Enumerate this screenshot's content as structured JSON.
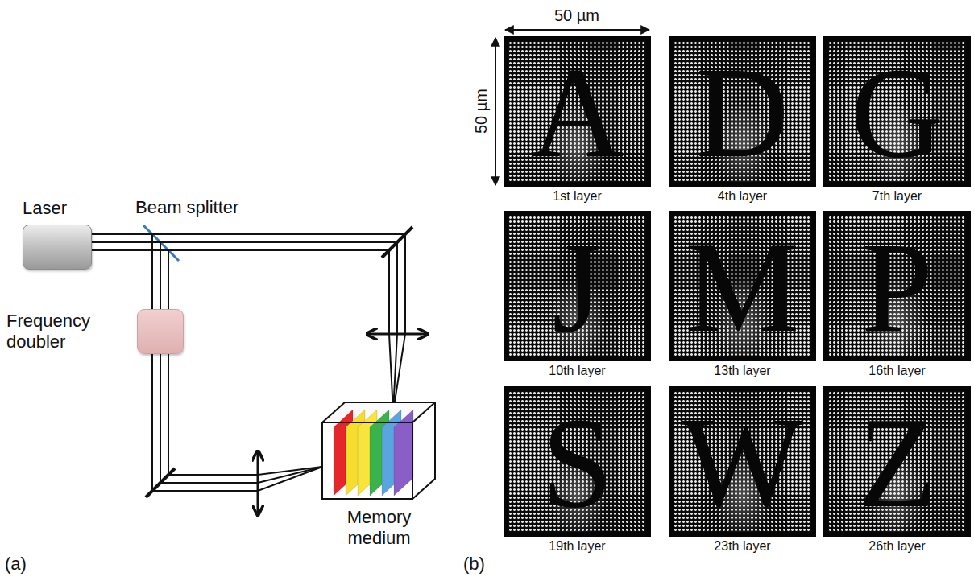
{
  "diagram": {
    "nodes": [
      {
        "text": [
          "Laser"
        ]
      },
      {
        "text": [
          "Frequency doubler"
        ]
      },
      {
        "text": [
          "Memory medium"
        ]
      },
      {
        "text": [
          "A",
          "1st layer"
        ]
      },
      {
        "text": [
          "D",
          "4th layer"
        ]
      },
      {
        "text": [
          "G",
          "7th layer"
        ]
      },
      {
        "text": [
          "J",
          "10th layer"
        ]
      },
      {
        "text": [
          "M",
          "13th layer"
        ]
      },
      {
        "text": [
          "P",
          "16th layer"
        ]
      },
      {
        "text": [
          "S",
          "19th layer"
        ]
      },
      {
        "text": [
          "W",
          "23th layer"
        ]
      },
      {
        "text": [
          "Z",
          "26th layer"
        ]
      }
    ],
    "edges": [
      {
        "from": 0,
        "to": 1,
        "arrow": "none"
      },
      {
        "from": 1,
        "to": 2,
        "arrow": "none"
      },
      {
        "from": 0,
        "to": 2,
        "arrow": "none"
      }
    ],
    "labels": [
      "Beam splitter",
      "(a)",
      "50 µm",
      "50 µm",
      "(b)"
    ]
  }
}
